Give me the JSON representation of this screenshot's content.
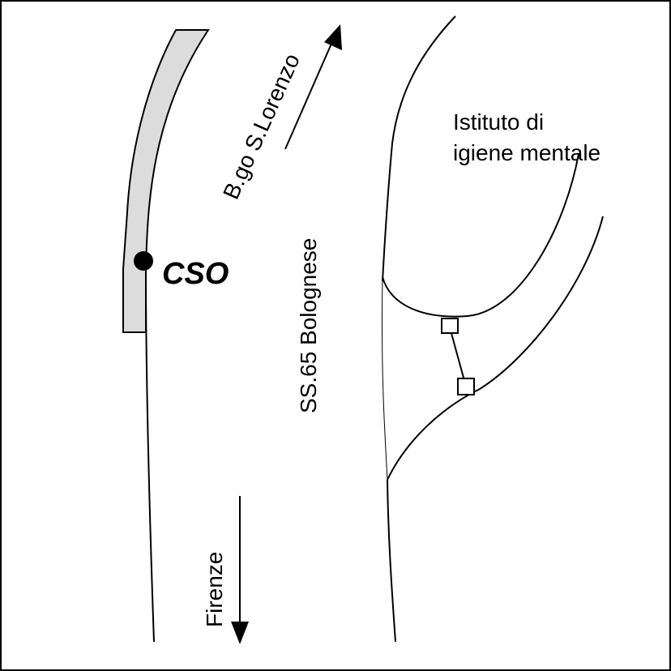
{
  "map": {
    "labels": {
      "borgo_road": "B.go S.Lorenzo",
      "main_road": "SS.65 Bolognese",
      "direction_south": "Firenze",
      "institute_line1": "Istituto di",
      "institute_line2": "igiene mentale",
      "site_marker": "CSO"
    },
    "colors": {
      "line": "#000000",
      "side_road_fill": "#dcdcdc",
      "background": "#ffffff"
    }
  }
}
